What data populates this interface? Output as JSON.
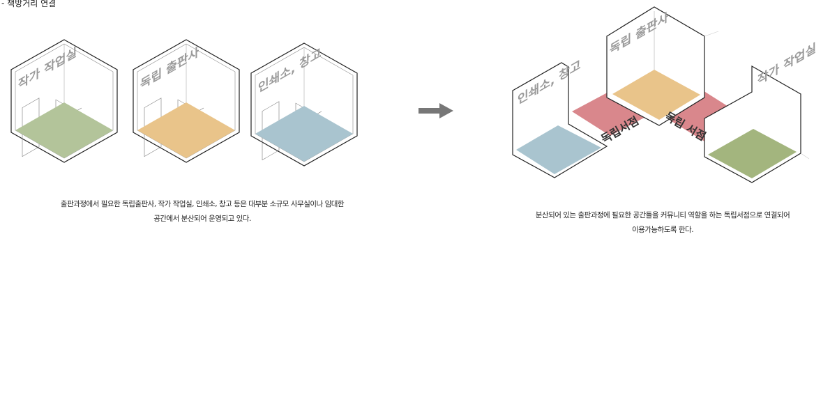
{
  "title": "- 책방거리 연결",
  "before": {
    "rooms": [
      {
        "label": "작가 작업실",
        "floor_color": "#b3c49a"
      },
      {
        "label": "독립 출판사",
        "floor_color": "#e9c48a"
      },
      {
        "label": "인쇄소, 창고",
        "floor_color": "#a9c4cf"
      }
    ],
    "caption_line1": "출판과정에서 필요한 독립출판사, 작가 작업실, 인쇄소, 창고 등은 대부분 소규모 사무실이나 임대한",
    "caption_line2": "공간에서 분산되어 운영되고 있다."
  },
  "arrow_icon": "right-arrow",
  "after": {
    "rooms": [
      {
        "label": "인쇄소, 창고",
        "floor_color": "#a9c4cf"
      },
      {
        "label": "독립 출판사",
        "floor_color": "#e9c48a"
      },
      {
        "label": "작가 작업실",
        "floor_color": "#a3b57e"
      }
    ],
    "bookstore_labels": [
      "독립서점",
      "독립 서점"
    ],
    "bookstore_color": "#d9878c",
    "caption_line1": "분산되어 있는 출판과정에 필요한 공간들을 커뮤니티 역할을 하는 독립서점으로 연결되어",
    "caption_line2": "이용가능하도록 한다."
  }
}
